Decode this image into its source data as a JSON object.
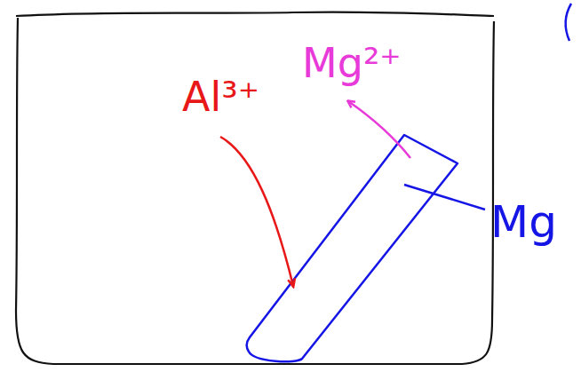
{
  "diagram": {
    "labels": [
      "Mg²⁺",
      "Al³⁺",
      "Mg"
    ]
  }
}
